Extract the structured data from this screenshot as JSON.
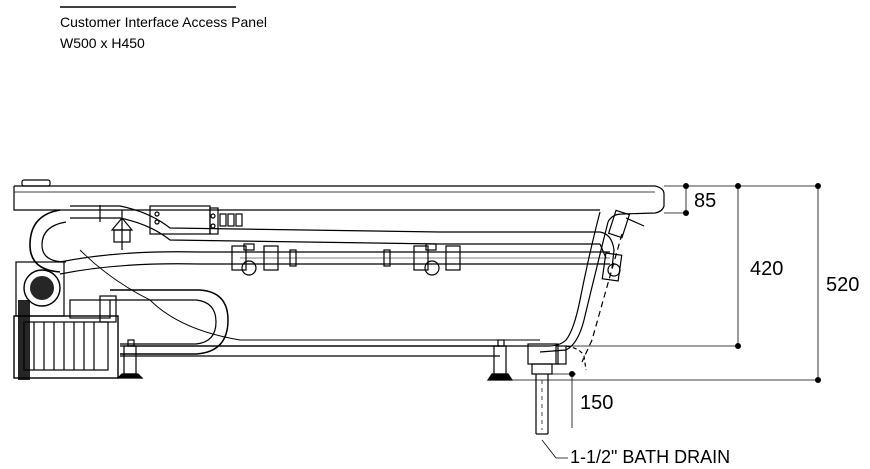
{
  "notes": {
    "panel_title": "Customer Interface Access Panel",
    "panel_size": "W500 x H450"
  },
  "dimensions": {
    "rim_thickness": "85",
    "inner_height": "420",
    "overall_height": "520",
    "drain_drop": "150"
  },
  "callouts": {
    "drain": "1-1/2\" BATH DRAIN"
  }
}
